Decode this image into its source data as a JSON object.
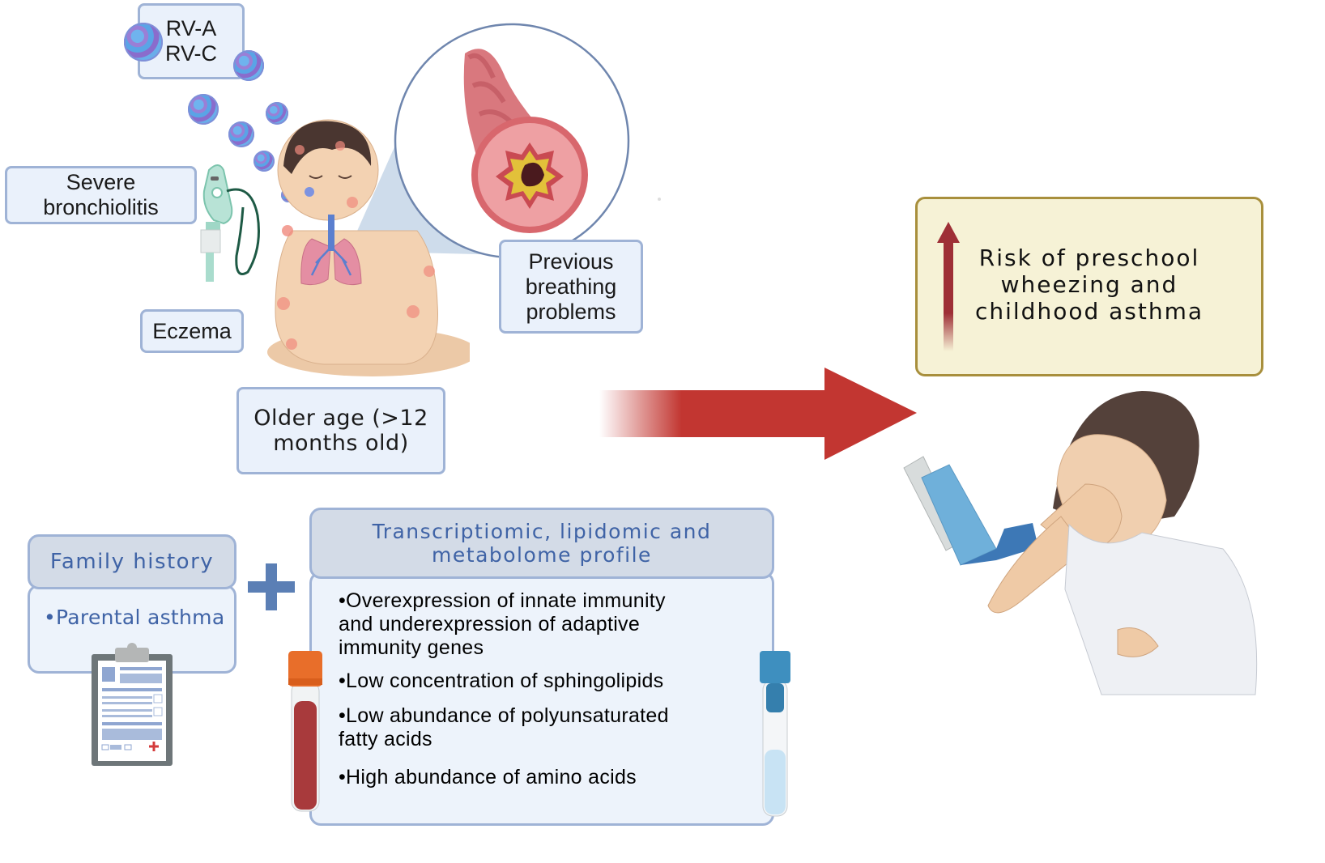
{
  "risk_factors": {
    "virus_label_line1": "RV-A",
    "virus_label_line2": "RV-C",
    "bronchiolitis_line1": "Severe",
    "bronchiolitis_line2": "bronchiolitis",
    "eczema": "Eczema",
    "breathing_line1": "Previous",
    "breathing_line2": "breathing",
    "breathing_line3": "problems",
    "age_line1": "Older age (>12",
    "age_line2": "months old)"
  },
  "outcome": {
    "line1": "Risk of preschool",
    "line2": "wheezing and",
    "line3": "childhood asthma",
    "arrow_direction": "increase"
  },
  "family_history": {
    "title": "Family history",
    "items": [
      "•Parental asthma"
    ]
  },
  "plus_symbol": "+",
  "omics_profile": {
    "title_line1": "Transcriptiomic, lipidomic and",
    "title_line2": "metabolome profile",
    "items": [
      {
        "line1": "•Overexpression of innate immunity",
        "line2": "and underexpression of adaptive",
        "line3": "immunity genes"
      },
      {
        "line1": "•Low concentration of sphingolipids"
      },
      {
        "line1": "•Low abundance of polyunsaturated",
        "line2": "fatty acids"
      },
      {
        "line1": "•High abundance of amino acids"
      }
    ]
  },
  "colors": {
    "box_border": "#9fb3d6",
    "box_fill": "#eaf1fb",
    "panel_text": "#3f63a6",
    "main_arrow": "#c23631",
    "risk_arrow": "#9e2f36",
    "outcome_fill": "#f6f2d6",
    "outcome_border": "#a88f3c"
  }
}
